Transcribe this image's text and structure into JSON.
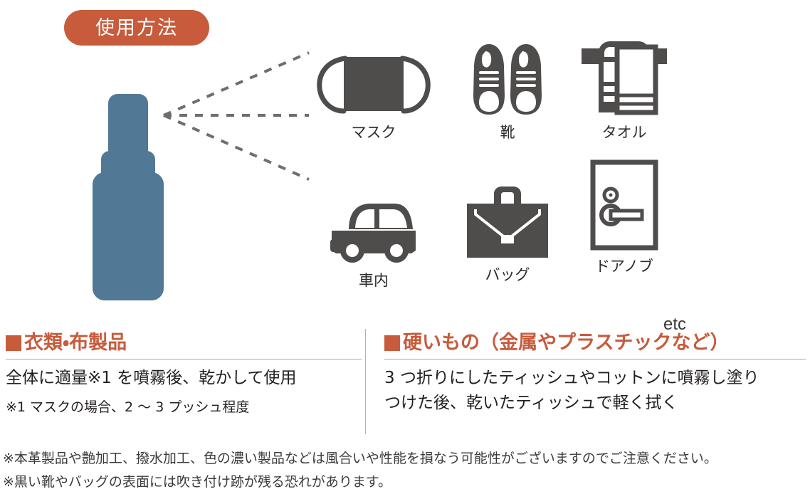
{
  "header": {
    "badge_label": "使用方法",
    "badge_color": "#c75b3c"
  },
  "product": {
    "icon": "spray-bottle-icon",
    "color": "#517894"
  },
  "spray": {
    "icon": "spray-rays-icon",
    "ray_count": 3,
    "color": "#6e6e6e"
  },
  "targets": {
    "icon_color": "#4f4c4c",
    "etc_label": "etc",
    "items": [
      {
        "label": "マスク",
        "icon": "face-mask-icon"
      },
      {
        "label": "靴",
        "icon": "shoes-icon"
      },
      {
        "label": "タオル",
        "icon": "towel-icon"
      },
      {
        "label": "車内",
        "icon": "car-icon"
      },
      {
        "label": "バッグ",
        "icon": "briefcase-icon"
      },
      {
        "label": "ドアノブ",
        "icon": "door-knob-icon"
      }
    ]
  },
  "usage": {
    "accent_color": "#c75b3c",
    "left": {
      "heading": "衣類・布製品",
      "line1": "全体に適量※1 を噴霧後、乾かして使用",
      "note": "※1 マスクの場合、2 〜 3 プッシュ程度"
    },
    "right": {
      "heading": "硬いもの（金属やプラスチックなど）",
      "line1": "3 つ折りにしたティッシュやコットンに噴霧し塗り",
      "line2": "つけた後、乾いたティッシュで軽く拭く"
    }
  },
  "footnotes": [
    "※本革製品や艶加工、撥水加工、色の濃い製品などは風合いや性能を損なう可能性がございますのでご注意ください。",
    "※黒い靴やバッグの表面には吹き付け跡が残る恐れがあります。"
  ]
}
